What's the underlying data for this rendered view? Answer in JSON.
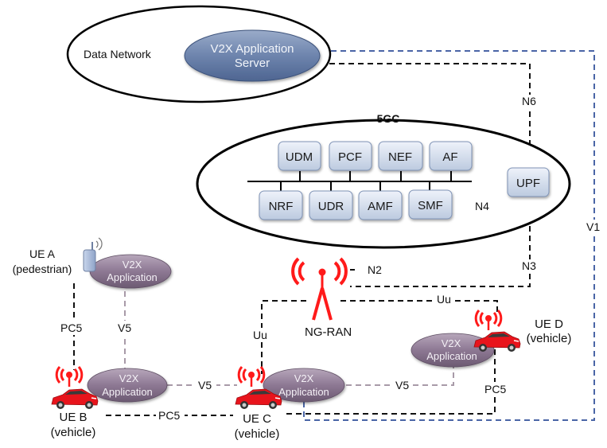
{
  "diagram": {
    "data_network": {
      "label": "Data Network"
    },
    "app_server": {
      "line1": "V2X Application",
      "line2": "Server"
    },
    "core": {
      "title": "5GC",
      "top_functions": [
        "UDM",
        "PCF",
        "NEF",
        "AF"
      ],
      "bottom_functions": [
        "NRF",
        "UDR",
        "AMF",
        "SMF"
      ],
      "upf": "UPF"
    },
    "interfaces": {
      "n6": "N6",
      "n4": "N4",
      "n3": "N3",
      "n2": "N2",
      "v1": "V1",
      "uu_top": "Uu",
      "uu_left": "Uu",
      "pc5_a_b": "PC5",
      "v5_a_b": "V5",
      "v5_b_c": "V5",
      "v5_c_d": "V5",
      "pc5_b_c": "PC5",
      "pc5_c_d": "PC5"
    },
    "ran": {
      "label": "NG-RAN"
    },
    "app_label": {
      "line1": "V2X",
      "line2": "Application"
    },
    "ues": [
      {
        "id": "ue-a",
        "name": "UE A",
        "type": "(pedestrian)"
      },
      {
        "id": "ue-b",
        "name": "UE B",
        "type": "(vehicle)"
      },
      {
        "id": "ue-c",
        "name": "UE C",
        "type": "(vehicle)"
      },
      {
        "id": "ue-d",
        "name": "UE D",
        "type": "(vehicle)"
      }
    ],
    "colors": {
      "v1_line": "#4a65a6",
      "v5_line": "#a89aa8",
      "antenna_red": "#ff1a1a",
      "car_red": "#e8141c",
      "server_fill": "#6f86ad",
      "app_fill": "#8a7590",
      "nf_fill": "#d5def0"
    }
  }
}
